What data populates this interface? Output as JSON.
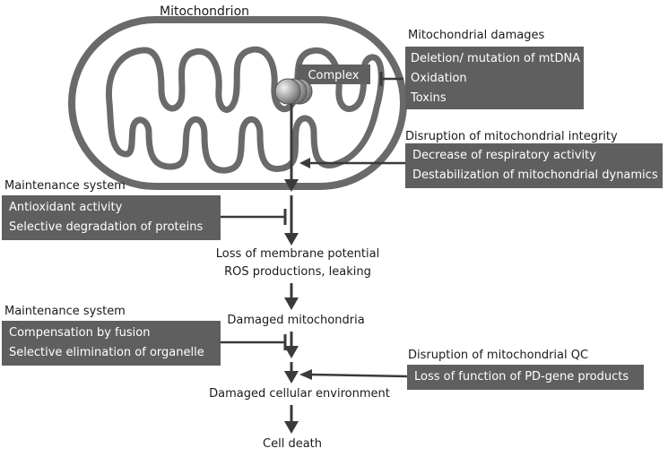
{
  "mitochondrion": {
    "title": "Mitochondrion",
    "complex_label": "Complex"
  },
  "damages": {
    "title": "Mitochondrial damages",
    "items": [
      "Deletion/ mutation of mtDNA",
      "Oxidation",
      "Toxins"
    ]
  },
  "integrity": {
    "title": "Disruption of mitochondrial integrity",
    "items": [
      "Decrease of respiratory activity",
      "Destabilization of mitochondrial dynamics"
    ]
  },
  "maintenance1": {
    "title": "Maintenance system",
    "items": [
      "Antioxidant activity",
      "Selective degradation of proteins"
    ]
  },
  "maintenance2": {
    "title": "Maintenance system",
    "items": [
      "Compensation by fusion",
      "Selective elimination of organelle"
    ]
  },
  "qc": {
    "title": "Disruption of mitochondrial QC",
    "items": [
      "Loss of function of PD-gene products"
    ]
  },
  "flow": {
    "loss_line1": "Loss of membrane potential",
    "loss_line2": "ROS productions, leaking",
    "damaged_mito": "Damaged mitochondria",
    "damaged_env": "Damaged cellular environment",
    "cell_death": "Cell death"
  },
  "colors": {
    "box_fill": "#5f5f5f",
    "box_text": "#ffffff",
    "line": "#3a3a3a",
    "cristae": "#6a6a6a"
  }
}
